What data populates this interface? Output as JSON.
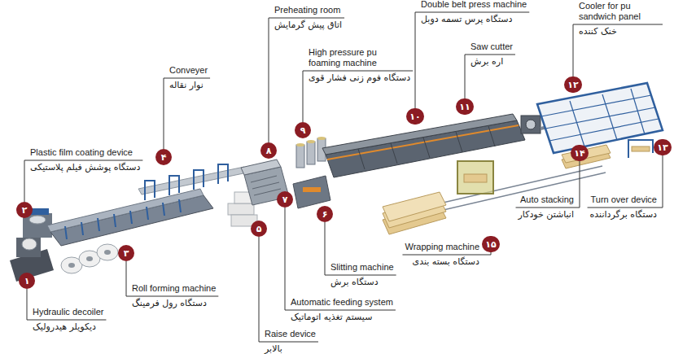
{
  "diagram": {
    "nodes": [
      {
        "text": [
          "۱"
        ]
      },
      {
        "text": [
          "۲"
        ]
      },
      {
        "text": [
          "۳"
        ]
      },
      {
        "text": [
          "۴"
        ]
      },
      {
        "text": [
          "۵"
        ]
      },
      {
        "text": [
          "۶"
        ]
      },
      {
        "text": [
          "۷"
        ]
      },
      {
        "text": [
          "۸"
        ]
      },
      {
        "text": [
          "۹"
        ]
      },
      {
        "text": [
          "۱۰"
        ]
      },
      {
        "text": [
          "۱۱"
        ]
      },
      {
        "text": [
          "۱۲"
        ]
      },
      {
        "text": [
          "۱۳"
        ]
      },
      {
        "text": [
          "۱۴"
        ]
      },
      {
        "text": [
          "۱۵"
        ]
      }
    ],
    "labels": [
      "Hydraulic decoiler",
      "دیکویلر هیدرولیک",
      "Plastic film coating device",
      "دستگاه پوشش فیلم پلاستیکی",
      "Roll forming machine",
      "دستگاه رول فرمینگ",
      "Conveyer",
      "نوار نقاله",
      "Raise device",
      "بالابر",
      "Slitting machine",
      "دستگاه برش",
      "Automatic feeding system",
      "سیستم تغذیه اتوماتیک",
      "Preheating room",
      "اتاق پیش گرمایش",
      "High pressure pu foaming machine",
      "دستگاه فوم زنی فشار قوی",
      "Double belt press machine",
      "دستگاه پرس تسمه دوبل",
      "Saw cutter",
      "اره برش",
      "Cooler for pu sandwich panel",
      "خنک کننده",
      "Turn over device",
      "دستگاه برگرداننده",
      "Auto stacking",
      "انباشتن خودکار",
      "Wrapping machine",
      "دستگاه بسته بندی"
    ]
  }
}
